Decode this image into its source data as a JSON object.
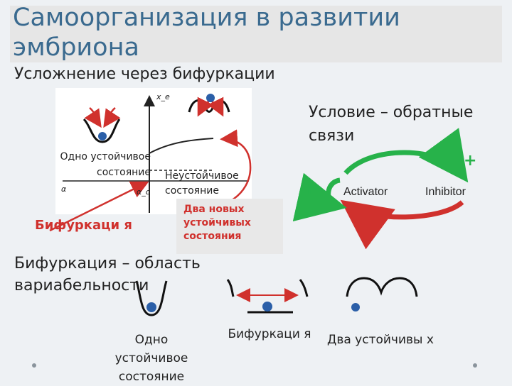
{
  "title": "Самоорганизация в развитии эмбриона",
  "subtitle": "Усложнение через бифуркации",
  "condition": "Условие – обратные связи",
  "plot": {
    "one_stable": "Одно устойчивое состояние",
    "unstable": "Неустойчивое состояние",
    "bifurcation": "Бифуркаци я",
    "two_new_stable": "Два новых устойчивых состояния",
    "axis_x": "α",
    "axis_y": "x_e",
    "axis_alpha_c": "α_c"
  },
  "feedback": {
    "activator": "Activator",
    "inhibitor": "Inhibitor",
    "plus_top": "+",
    "plus_left": "+",
    "minus": "–"
  },
  "region_text": "Бифуркация – область вариабельности",
  "bottom_captions": {
    "one_stable": "Одно устойчивое состояние",
    "bifurcation": "Бифуркаци я",
    "two_stable": "Два устойчивы х"
  },
  "colors": {
    "title": "#3a6a8f",
    "red": "#d0312d",
    "green": "#27b24a",
    "ball": "#2b5fa8"
  }
}
